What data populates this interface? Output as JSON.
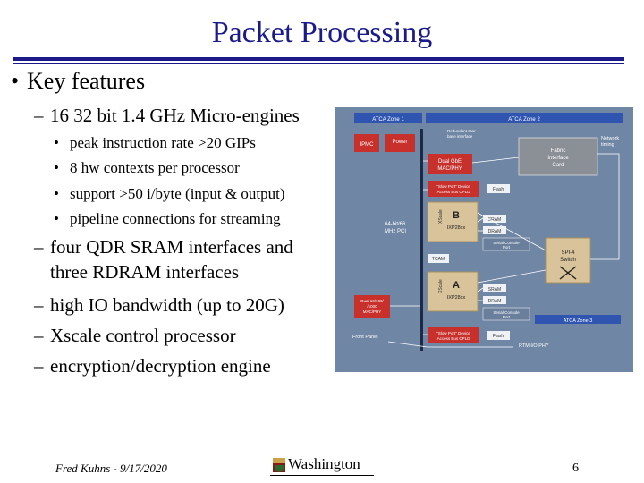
{
  "slide": {
    "title": "Packet Processing",
    "bullet_l1": "Key features",
    "sub1": "16 32 bit 1.4 GHz Micro-engines",
    "sub1_items": [
      "peak instruction rate >20 GIPs",
      "8 hw contexts per processor",
      "support >50 i/byte (input & output)",
      "pipeline connections for streaming"
    ],
    "sub2_line1": "four QDR SRAM interfaces and",
    "sub2_line2": "three RDRAM interfaces",
    "sub3": "high IO bandwidth (up to 20G)",
    "sub4": "Xscale control processor",
    "sub5": "encryption/decryption engine"
  },
  "footer": {
    "author": "Fred Kuhns - 9/17/2020",
    "logo_text": "Washington",
    "page_number": "6"
  },
  "diagram": {
    "atca_zone1": "ATCA Zone 1",
    "atca_zone2": "ATCA Zone 2",
    "atca_zone3": "ATCA Zone 3",
    "ipmc": "IPMC",
    "power": "Power",
    "redundant_star": "Redundant Star",
    "base_interface": "base interface",
    "fabric_card_1": "Fabric",
    "fabric_card_2": "Interface",
    "fabric_card_3": "Card",
    "dual_gbe_1": "Dual GbE",
    "dual_gbe_2": "MAC/PHY",
    "network_timing_1": "Network",
    "network_timing_2": "timing",
    "slow_port_b_1": "\"Slow Port\" Device",
    "slow_port_b_2": "Access Bus CPLD",
    "flash_b": "Flash",
    "pci_label_1": "64-bit/66",
    "pci_label_2": "MHz PCI",
    "xscale": "XScale",
    "proc_b_letter": "B",
    "proc_b_model": "IXP28xx",
    "sram_b": "SRAM",
    "dram_b": "DRAM",
    "serial_b_1": "Serial Console",
    "serial_b_2": "Port",
    "tcam": "TCAM",
    "spi4_1": "SPI-4",
    "spi4_2": "Switch",
    "proc_a_letter": "A",
    "proc_a_model": "IXP28xx",
    "sram_a": "SRAM",
    "dram_a": "DRAM",
    "serial_a_1": "Serial Console",
    "serial_a_2": "Port",
    "dual_10_1": "Dual 10/100/",
    "dual_10_2": "/1000",
    "dual_10_3": "MAC/PHY",
    "slow_port_a_1": "\"Slow Port\" Device",
    "slow_port_a_2": "Access Bus CPLD",
    "flash_a": "Flash",
    "front_panel": "Front Panel",
    "rtm": "RTM I/O PHY"
  },
  "colors": {
    "title_blue": "#1a1a8a",
    "diagram_bg": "#6f86a4",
    "zone_blue": "#2f55b0",
    "red_box": "#c8302c",
    "chip_tan": "#d8c39a"
  }
}
